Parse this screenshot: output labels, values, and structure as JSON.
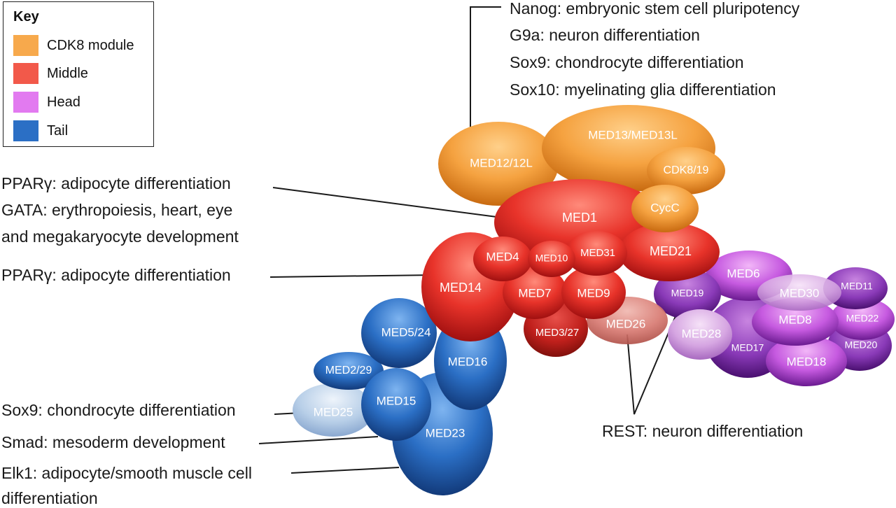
{
  "key": {
    "title": "Key",
    "items": [
      {
        "label": "CDK8 module",
        "color": "#f7a94c"
      },
      {
        "label": "Middle",
        "color": "#f2594a"
      },
      {
        "label": "Head",
        "color": "#e27af0"
      },
      {
        "label": "Tail",
        "color": "#2b6fc5"
      }
    ]
  },
  "subunits": [
    {
      "label": "MED12/12L",
      "module": "CDK8 module"
    },
    {
      "label": "MED13/MED13L",
      "module": "CDK8 module"
    },
    {
      "label": "CDK8/19",
      "module": "CDK8 module"
    },
    {
      "label": "CycC",
      "module": "CDK8 module"
    },
    {
      "label": "MED1",
      "module": "Middle"
    },
    {
      "label": "MED21",
      "module": "Middle"
    },
    {
      "label": "MED14",
      "module": "Middle"
    },
    {
      "label": "MED4",
      "module": "Middle"
    },
    {
      "label": "MED10",
      "module": "Middle"
    },
    {
      "label": "MED31",
      "module": "Middle"
    },
    {
      "label": "MED7",
      "module": "Middle"
    },
    {
      "label": "MED9",
      "module": "Middle"
    },
    {
      "label": "MED3/27",
      "module": "Middle"
    },
    {
      "label": "MED26",
      "module": "Middle"
    },
    {
      "label": "MED6",
      "module": "Head"
    },
    {
      "label": "MED30",
      "module": "Head"
    },
    {
      "label": "MED11",
      "module": "Head"
    },
    {
      "label": "MED19",
      "module": "Head"
    },
    {
      "label": "MED28",
      "module": "Head"
    },
    {
      "label": "MED8",
      "module": "Head"
    },
    {
      "label": "MED22",
      "module": "Head"
    },
    {
      "label": "MED17",
      "module": "Head"
    },
    {
      "label": "MED20",
      "module": "Head"
    },
    {
      "label": "MED18",
      "module": "Head"
    },
    {
      "label": "MED5/24",
      "module": "Tail"
    },
    {
      "label": "MED16",
      "module": "Tail"
    },
    {
      "label": "MED2/29",
      "module": "Tail"
    },
    {
      "label": "MED25",
      "module": "Tail"
    },
    {
      "label": "MED15",
      "module": "Tail"
    },
    {
      "label": "MED23",
      "module": "Tail"
    }
  ],
  "annotations": {
    "nanog": "Nanog: embryonic stem cell pluripotency",
    "g9a": "G9a: neuron differentiation",
    "sox9_top": "Sox9: chondrocyte differentiation",
    "sox10": "Sox10: myelinating glia differentiation",
    "ppar_med1": "PPARγ: adipocyte differentiation",
    "gata_1": "GATA: erythropoiesis, heart, eye",
    "gata_2": "and megakaryocyte development",
    "ppar_med14": "PPARγ: adipocyte differentiation",
    "sox9_bottom": "Sox9: chondrocyte differentiation",
    "smad": "Smad: mesoderm development",
    "elk1_1": "Elk1: adipocyte/smooth muscle cell",
    "elk1_2": "differentiation",
    "rest": "REST: neuron differentiation"
  }
}
